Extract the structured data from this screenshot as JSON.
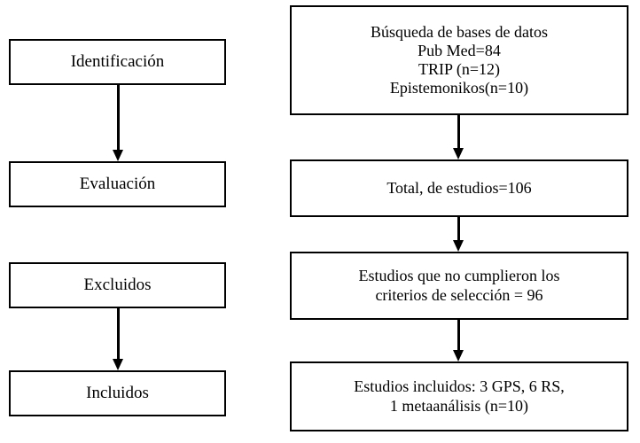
{
  "diagram": {
    "title": "",
    "type": "flowchart",
    "left_column": [
      {
        "id": "identificacion",
        "label": "Identificación"
      },
      {
        "id": "evaluacion",
        "label": "Evaluación"
      },
      {
        "id": "excluidos",
        "label": "Excluidos"
      },
      {
        "id": "incluidos",
        "label": "Incluidos"
      }
    ],
    "right_column": [
      {
        "id": "busqueda",
        "label": "Búsqueda de bases de datos\nPub Med=84\nTRIP (n=12)\nEpistemonikos(n=10)"
      },
      {
        "id": "total",
        "label": "Total, de estudios=106"
      },
      {
        "id": "criterios",
        "label": "Estudios que no cumplieron los\ncriterios de selección = 96"
      },
      {
        "id": "incluidos_resultado",
        "label": "Estudios incluidos: 3 GPS, 6 RS,\n1 metaanálisis (n=10)"
      }
    ],
    "connectors": [
      {
        "from": "identificacion",
        "to": "evaluacion"
      },
      {
        "from": "excluidos",
        "to": "incluidos"
      },
      {
        "from": "busqueda",
        "to": "total"
      },
      {
        "from": "total",
        "to": "criterios"
      },
      {
        "from": "criterios",
        "to": "incluidos_resultado"
      }
    ],
    "colors": {
      "stroke": "#000000",
      "fill": "#ffffff",
      "text": "#000000"
    }
  }
}
